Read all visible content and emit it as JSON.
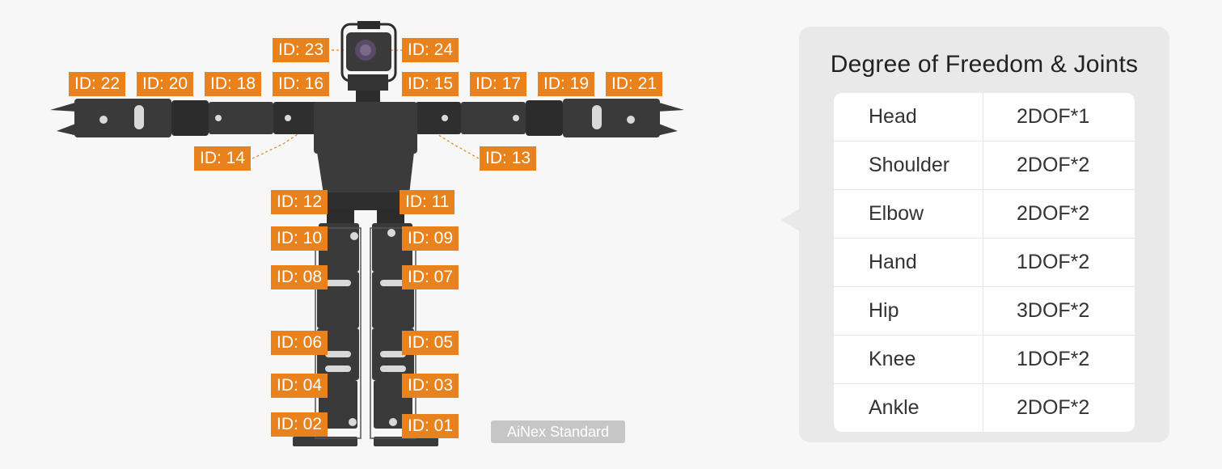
{
  "diagram": {
    "robot_model": "AiNex Standard",
    "servo_labels": {
      "id24": "ID: 24",
      "id23": "ID: 23",
      "id22": "ID: 22",
      "id20": "ID: 20",
      "id18": "ID: 18",
      "id16": "ID: 16",
      "id15": "ID: 15",
      "id17": "ID: 17",
      "id19": "ID: 19",
      "id21": "ID: 21",
      "id14": "ID: 14",
      "id13": "ID: 13",
      "id12": "ID: 12",
      "id11": "ID: 11",
      "id10": "ID: 10",
      "id09": "ID: 09",
      "id08": "ID: 08",
      "id07": "ID: 07",
      "id06": "ID: 06",
      "id05": "ID: 05",
      "id04": "ID: 04",
      "id03": "ID: 03",
      "id02": "ID: 02",
      "id01": "ID: 01"
    },
    "colors": {
      "label_bg": "#e8821c",
      "robot_body": "#3a3a3a",
      "panel_bg": "#e9e9e9"
    }
  },
  "dof_panel": {
    "title": "Degree of Freedom & Joints",
    "rows": [
      {
        "joint": "Head",
        "dof": "2DOF*1"
      },
      {
        "joint": "Shoulder",
        "dof": "2DOF*2"
      },
      {
        "joint": "Elbow",
        "dof": "2DOF*2"
      },
      {
        "joint": "Hand",
        "dof": "1DOF*2"
      },
      {
        "joint": "Hip",
        "dof": "3DOF*2"
      },
      {
        "joint": "Knee",
        "dof": "1DOF*2"
      },
      {
        "joint": "Ankle",
        "dof": "2DOF*2"
      }
    ]
  }
}
